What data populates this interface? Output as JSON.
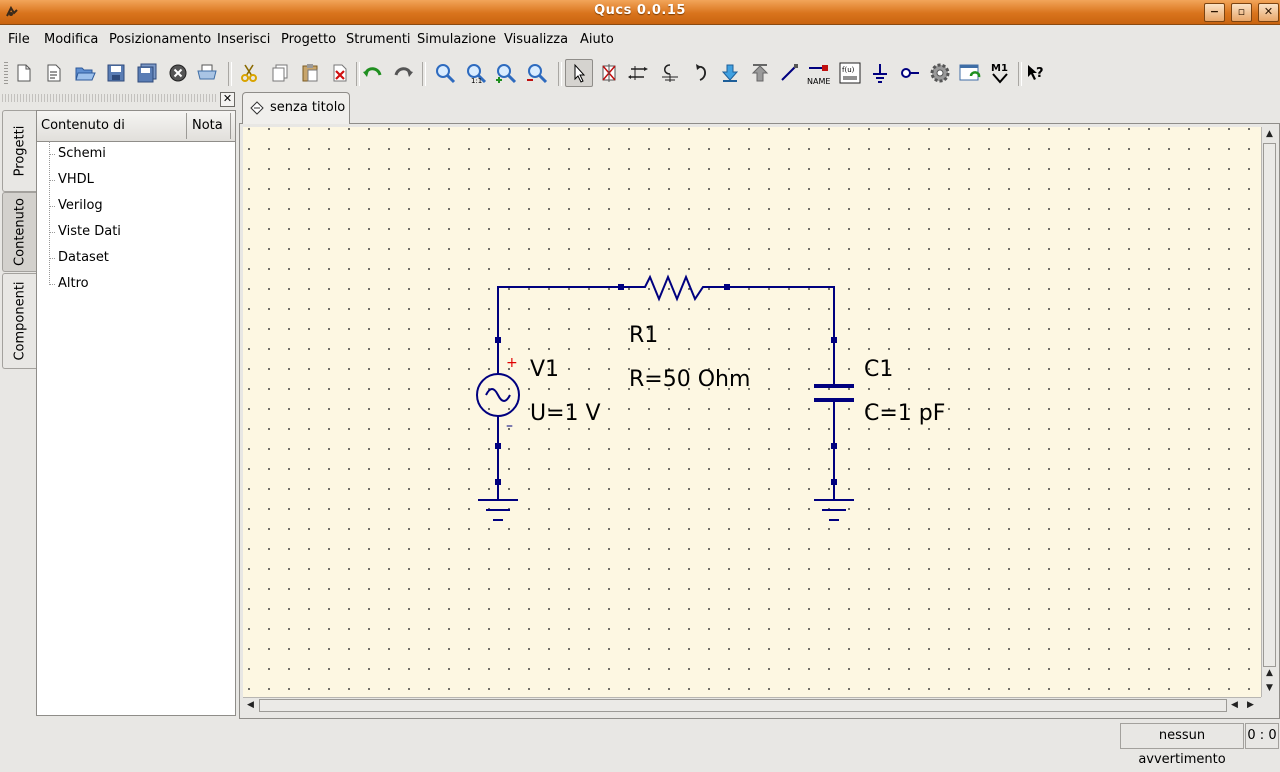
{
  "window": {
    "title": "Qucs 0.0.15",
    "minimize": "−",
    "maximize": "▫",
    "close": "✕"
  },
  "menu": {
    "items": [
      {
        "label": "File"
      },
      {
        "label": "Modifica"
      },
      {
        "label": "Posizionamento"
      },
      {
        "label": "Inserisci"
      },
      {
        "label": "Progetto"
      },
      {
        "label": "Strumenti"
      },
      {
        "label": "Simulazione"
      },
      {
        "label": "Visualizza"
      },
      {
        "label": "Aiuto"
      }
    ]
  },
  "toolbar": {
    "buttons": [
      {
        "icon": "new-document-icon"
      },
      {
        "icon": "new-text-icon"
      },
      {
        "icon": "open-icon"
      },
      {
        "icon": "save-icon"
      },
      {
        "icon": "save-all-icon"
      },
      {
        "icon": "close-document-icon"
      },
      {
        "icon": "print-icon"
      },
      {
        "icon": "cut-icon"
      },
      {
        "icon": "copy-icon"
      },
      {
        "icon": "paste-icon"
      },
      {
        "icon": "delete-icon"
      },
      {
        "icon": "undo-icon"
      },
      {
        "icon": "redo-icon"
      },
      {
        "icon": "zoom-fit-icon"
      },
      {
        "icon": "zoom-1-icon"
      },
      {
        "icon": "zoom-in-icon"
      },
      {
        "icon": "zoom-out-icon"
      },
      {
        "icon": "select-icon"
      },
      {
        "icon": "deactivate-icon"
      },
      {
        "icon": "mirror-x-icon"
      },
      {
        "icon": "mirror-y-icon"
      },
      {
        "icon": "rotate-icon"
      },
      {
        "icon": "enter-subcircuit-icon"
      },
      {
        "icon": "exit-subcircuit-icon"
      },
      {
        "icon": "wire-icon"
      },
      {
        "icon": "wire-label-icon"
      },
      {
        "icon": "equation-icon"
      },
      {
        "icon": "ground-icon"
      },
      {
        "icon": "port-icon"
      },
      {
        "icon": "simulate-icon"
      },
      {
        "icon": "view-data-icon"
      },
      {
        "icon": "marker-icon"
      },
      {
        "icon": "whats-this-icon"
      }
    ],
    "name_label": "NAME",
    "equation_label": "f(u)",
    "marker_label": "M1"
  },
  "dock": {
    "close": "✕",
    "tabs": [
      {
        "label": "Progetti"
      },
      {
        "label": "Contenuto"
      },
      {
        "label": "Componenti"
      }
    ],
    "active_tab": "Contenuto",
    "tree": {
      "columns": [
        "Contenuto di",
        "Nota"
      ],
      "items": [
        "Schemi",
        "VHDL",
        "Verilog",
        "Viste Dati",
        "Dataset",
        "Altro"
      ]
    }
  },
  "document": {
    "tab_label": "senza titolo"
  },
  "schematic": {
    "wire_color": "#00007f",
    "components": {
      "source": {
        "name": "V1",
        "value": "U=1 V",
        "plus": "+",
        "minus": "–"
      },
      "resistor": {
        "name": "R1",
        "value": "R=50 Ohm"
      },
      "capacitor": {
        "name": "C1",
        "value": "C=1 pF"
      }
    }
  },
  "status": {
    "message": "nessun avvertimento",
    "position": "0 : 0"
  }
}
